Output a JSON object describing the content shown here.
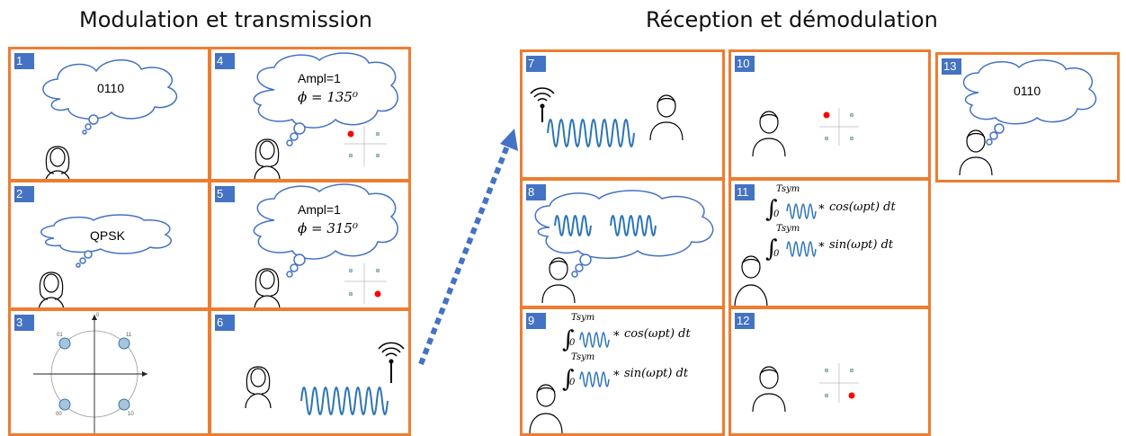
{
  "headings": {
    "left": "Modulation et transmission",
    "right": "Réception et démodulation"
  },
  "panels": {
    "p1": {
      "num": "1",
      "thought": "0110"
    },
    "p2": {
      "num": "2",
      "thought": "QPSK"
    },
    "p3": {
      "num": "3",
      "labels": {
        "top": "0",
        "q01": "01",
        "q11": "11",
        "q00": "00",
        "q10": "10"
      }
    },
    "p4": {
      "num": "4",
      "ampl": "Ampl=1",
      "phase": "ϕ = 135⁰"
    },
    "p5": {
      "num": "5",
      "ampl": "Ampl=1",
      "phase": "ϕ = 315⁰"
    },
    "p6": {
      "num": "6"
    },
    "p7": {
      "num": "7"
    },
    "p8": {
      "num": "8"
    },
    "p9": {
      "num": "9",
      "int_upper": "Tsym",
      "int_lower": "0",
      "cos_term": "∗ cos(ωpt) dt",
      "sin_term": "∗ sin(ωpt) dt"
    },
    "p10": {
      "num": "10"
    },
    "p11": {
      "num": "11",
      "int_upper": "Tsym",
      "int_lower": "0",
      "cos_term": "∗ cos(ωpt) dt",
      "sin_term": "∗ sin(ωpt) dt"
    },
    "p12": {
      "num": "12"
    },
    "p13": {
      "num": "13",
      "thought": "0110"
    }
  },
  "colors": {
    "panel_border": "#ed7d31",
    "number_badge": "#4472c4",
    "wave": "#2e75b6",
    "symbol_active": "#ff0000",
    "arrow": "#4472c4"
  }
}
